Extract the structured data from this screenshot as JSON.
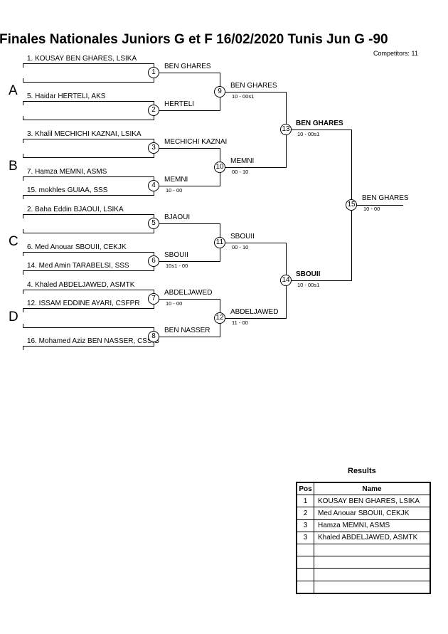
{
  "header": {
    "title": "Finales Nationales Juniors G et F  16/02/2020  Tunis   Jun G -90",
    "competitors": "Competitors: 11"
  },
  "pools": [
    "A",
    "B",
    "C",
    "D"
  ],
  "players": [
    "1. KOUSAY BEN GHARES, LSIKA",
    "5. Haidar HERTELI, AKS",
    "3. Khalil MECHICHI KAZNAI, LSIKA",
    "7. Hamza MEMNI, ASMS",
    "15. mokhles GUIAA, SSS",
    "2. Baha Eddin BJAOUI, LSIKA",
    "6. Med Anouar SBOUII, CEKJK",
    "14. Med Amin TARABELSI, SSS",
    "4. Khaled ABDELJAWED, ASMTK",
    "12. ISSAM EDDINE AYARI, CSFPR",
    "16. Mohamed Aziz BEN NASSER, CSSIG"
  ],
  "matches": [
    {
      "num": "1",
      "winner": "BEN GHARES",
      "score": ""
    },
    {
      "num": "2",
      "winner": "HERTELI",
      "score": ""
    },
    {
      "num": "3",
      "winner": "MECHICHI KAZNAI",
      "score": ""
    },
    {
      "num": "4",
      "winner": "MEMNI",
      "score": "10 - 00"
    },
    {
      "num": "5",
      "winner": "BJAOUI",
      "score": ""
    },
    {
      "num": "6",
      "winner": "SBOUII",
      "score": "10s1 - 00"
    },
    {
      "num": "7",
      "winner": "ABDELJAWED",
      "score": "10 - 00"
    },
    {
      "num": "8",
      "winner": "BEN NASSER",
      "score": ""
    },
    {
      "num": "9",
      "winner": "BEN GHARES",
      "score": "10 - 00s1"
    },
    {
      "num": "10",
      "winner": "MEMNI",
      "score": "00 - 10"
    },
    {
      "num": "11",
      "winner": "SBOUII",
      "score": "00 - 10"
    },
    {
      "num": "12",
      "winner": "ABDELJAWED",
      "score": "11 - 00"
    },
    {
      "num": "13",
      "winner": "BEN GHARES",
      "score": "10 - 00s1"
    },
    {
      "num": "14",
      "winner": "SBOUII",
      "score": "10 - 00s1"
    },
    {
      "num": "15",
      "winner": "BEN GHARES",
      "score": "10 - 00"
    }
  ],
  "results": {
    "title": "Results",
    "headers": [
      "Pos",
      "Name"
    ],
    "rows": [
      {
        "pos": "1",
        "name": "KOUSAY BEN GHARES, LSIKA"
      },
      {
        "pos": "2",
        "name": "Med Anouar SBOUII, CEKJK"
      },
      {
        "pos": "3",
        "name": "Hamza MEMNI, ASMS"
      },
      {
        "pos": "3",
        "name": "Khaled ABDELJAWED, ASMTK"
      },
      {
        "pos": "",
        "name": ""
      },
      {
        "pos": "",
        "name": ""
      },
      {
        "pos": "",
        "name": ""
      },
      {
        "pos": "",
        "name": ""
      }
    ]
  }
}
